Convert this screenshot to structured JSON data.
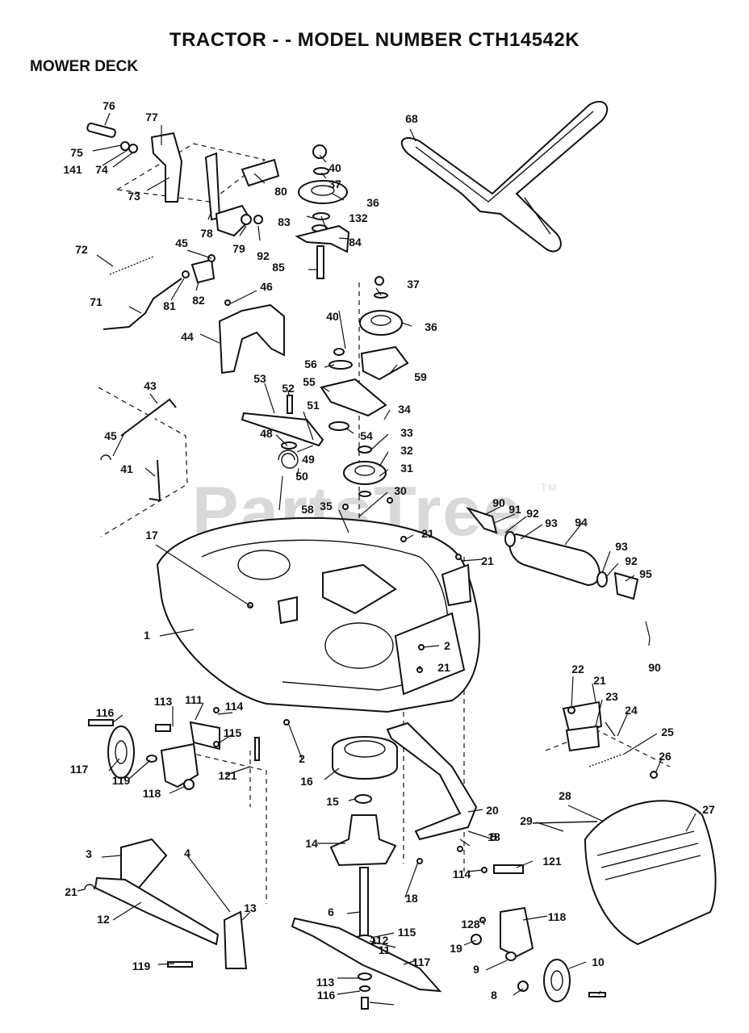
{
  "header": {
    "title": "TRACTOR - - MODEL NUMBER CTH14542K",
    "subtitle": "MOWER DECK"
  },
  "watermark": {
    "text": "PartsTree",
    "tm": "TM"
  },
  "callouts": [
    "76",
    "77",
    "75",
    "141",
    "74",
    "73",
    "78",
    "79",
    "92",
    "80",
    "40",
    "37",
    "36",
    "83",
    "132",
    "84",
    "85",
    "68",
    "72",
    "45",
    "81",
    "82",
    "71",
    "46",
    "44",
    "37",
    "40",
    "36",
    "56",
    "55",
    "59",
    "53",
    "52",
    "51",
    "34",
    "48",
    "54",
    "33",
    "49",
    "32",
    "50",
    "31",
    "43",
    "45",
    "41",
    "58",
    "35",
    "30",
    "90",
    "91",
    "92",
    "93",
    "94",
    "17",
    "21",
    "21",
    "93",
    "92",
    "95",
    "1",
    "2",
    "21",
    "90",
    "113",
    "111",
    "114",
    "116",
    "115",
    "2",
    "22",
    "21",
    "23",
    "24",
    "25",
    "117",
    "119",
    "121",
    "16",
    "26",
    "118",
    "15",
    "28",
    "27",
    "20",
    "29",
    "18",
    "14",
    "3",
    "4",
    "114",
    "121",
    "18",
    "5",
    "21",
    "13",
    "6",
    "12",
    "128",
    "115",
    "112",
    "118",
    "11",
    "19",
    "117",
    "119",
    "10",
    "9",
    "113",
    "116",
    "8"
  ]
}
